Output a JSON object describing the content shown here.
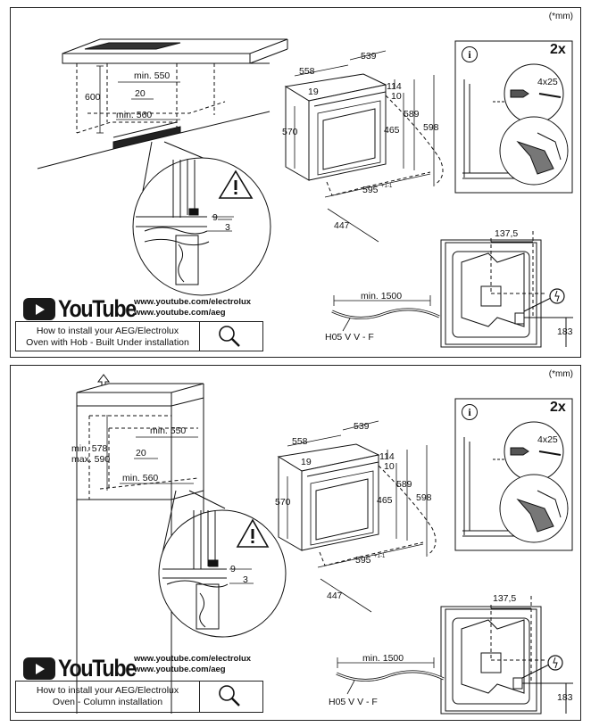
{
  "unit_note": "(*mm)",
  "panels": [
    {
      "id": "hob",
      "youtube": {
        "logo_text": "YouTube",
        "url1": "www.youtube.com/electrolux",
        "url2": "www.youtube.com/aeg",
        "howto_line1": "How to install your AEG/Electrolux",
        "howto_line2": "Oven with Hob - Built Under installation"
      },
      "cabinet_dims": {
        "height": "600",
        "min_width": "min. 550",
        "depth_gap": "20",
        "min_depth": "min. 560"
      },
      "detail_dims": {
        "gap_9": "9",
        "gap_3": "3"
      }
    },
    {
      "id": "column",
      "youtube": {
        "logo_text": "YouTube",
        "url1": "www.youtube.com/electrolux",
        "url2": "www.youtube.com/aeg",
        "howto_line1": "How to install your AEG/Electrolux",
        "howto_line2": "Oven - Column installation"
      },
      "cabinet_dims": {
        "min_height": "min. 578",
        "max_height": "max. 590",
        "min_width": "min. 550",
        "depth_gap": "20",
        "min_depth": "min. 560"
      },
      "detail_dims": {
        "gap_9": "9",
        "gap_3": "3"
      }
    }
  ],
  "oven_dims": {
    "width_top": "539",
    "depth_top": "558",
    "front_offset": "19",
    "height_body": "570",
    "top_114": "114",
    "top_10": "10",
    "inner_465": "465",
    "inner_589": "589",
    "total_598": "598",
    "front_width": "595",
    "front_width_tol": "+1",
    "front_width_tol2": "-1",
    "depth_bottom": "447"
  },
  "fixing": {
    "quantity": "2x",
    "screws": "4x25",
    "info_symbol": "i"
  },
  "rear_view": {
    "offset": "137,5",
    "height": "183"
  },
  "cable": {
    "min_length": "min. 1500",
    "type": "H05 V V - F"
  },
  "icons": [
    "warning-icon",
    "info-icon",
    "search-icon",
    "youtube-play-icon",
    "ground-symbol-icon"
  ]
}
